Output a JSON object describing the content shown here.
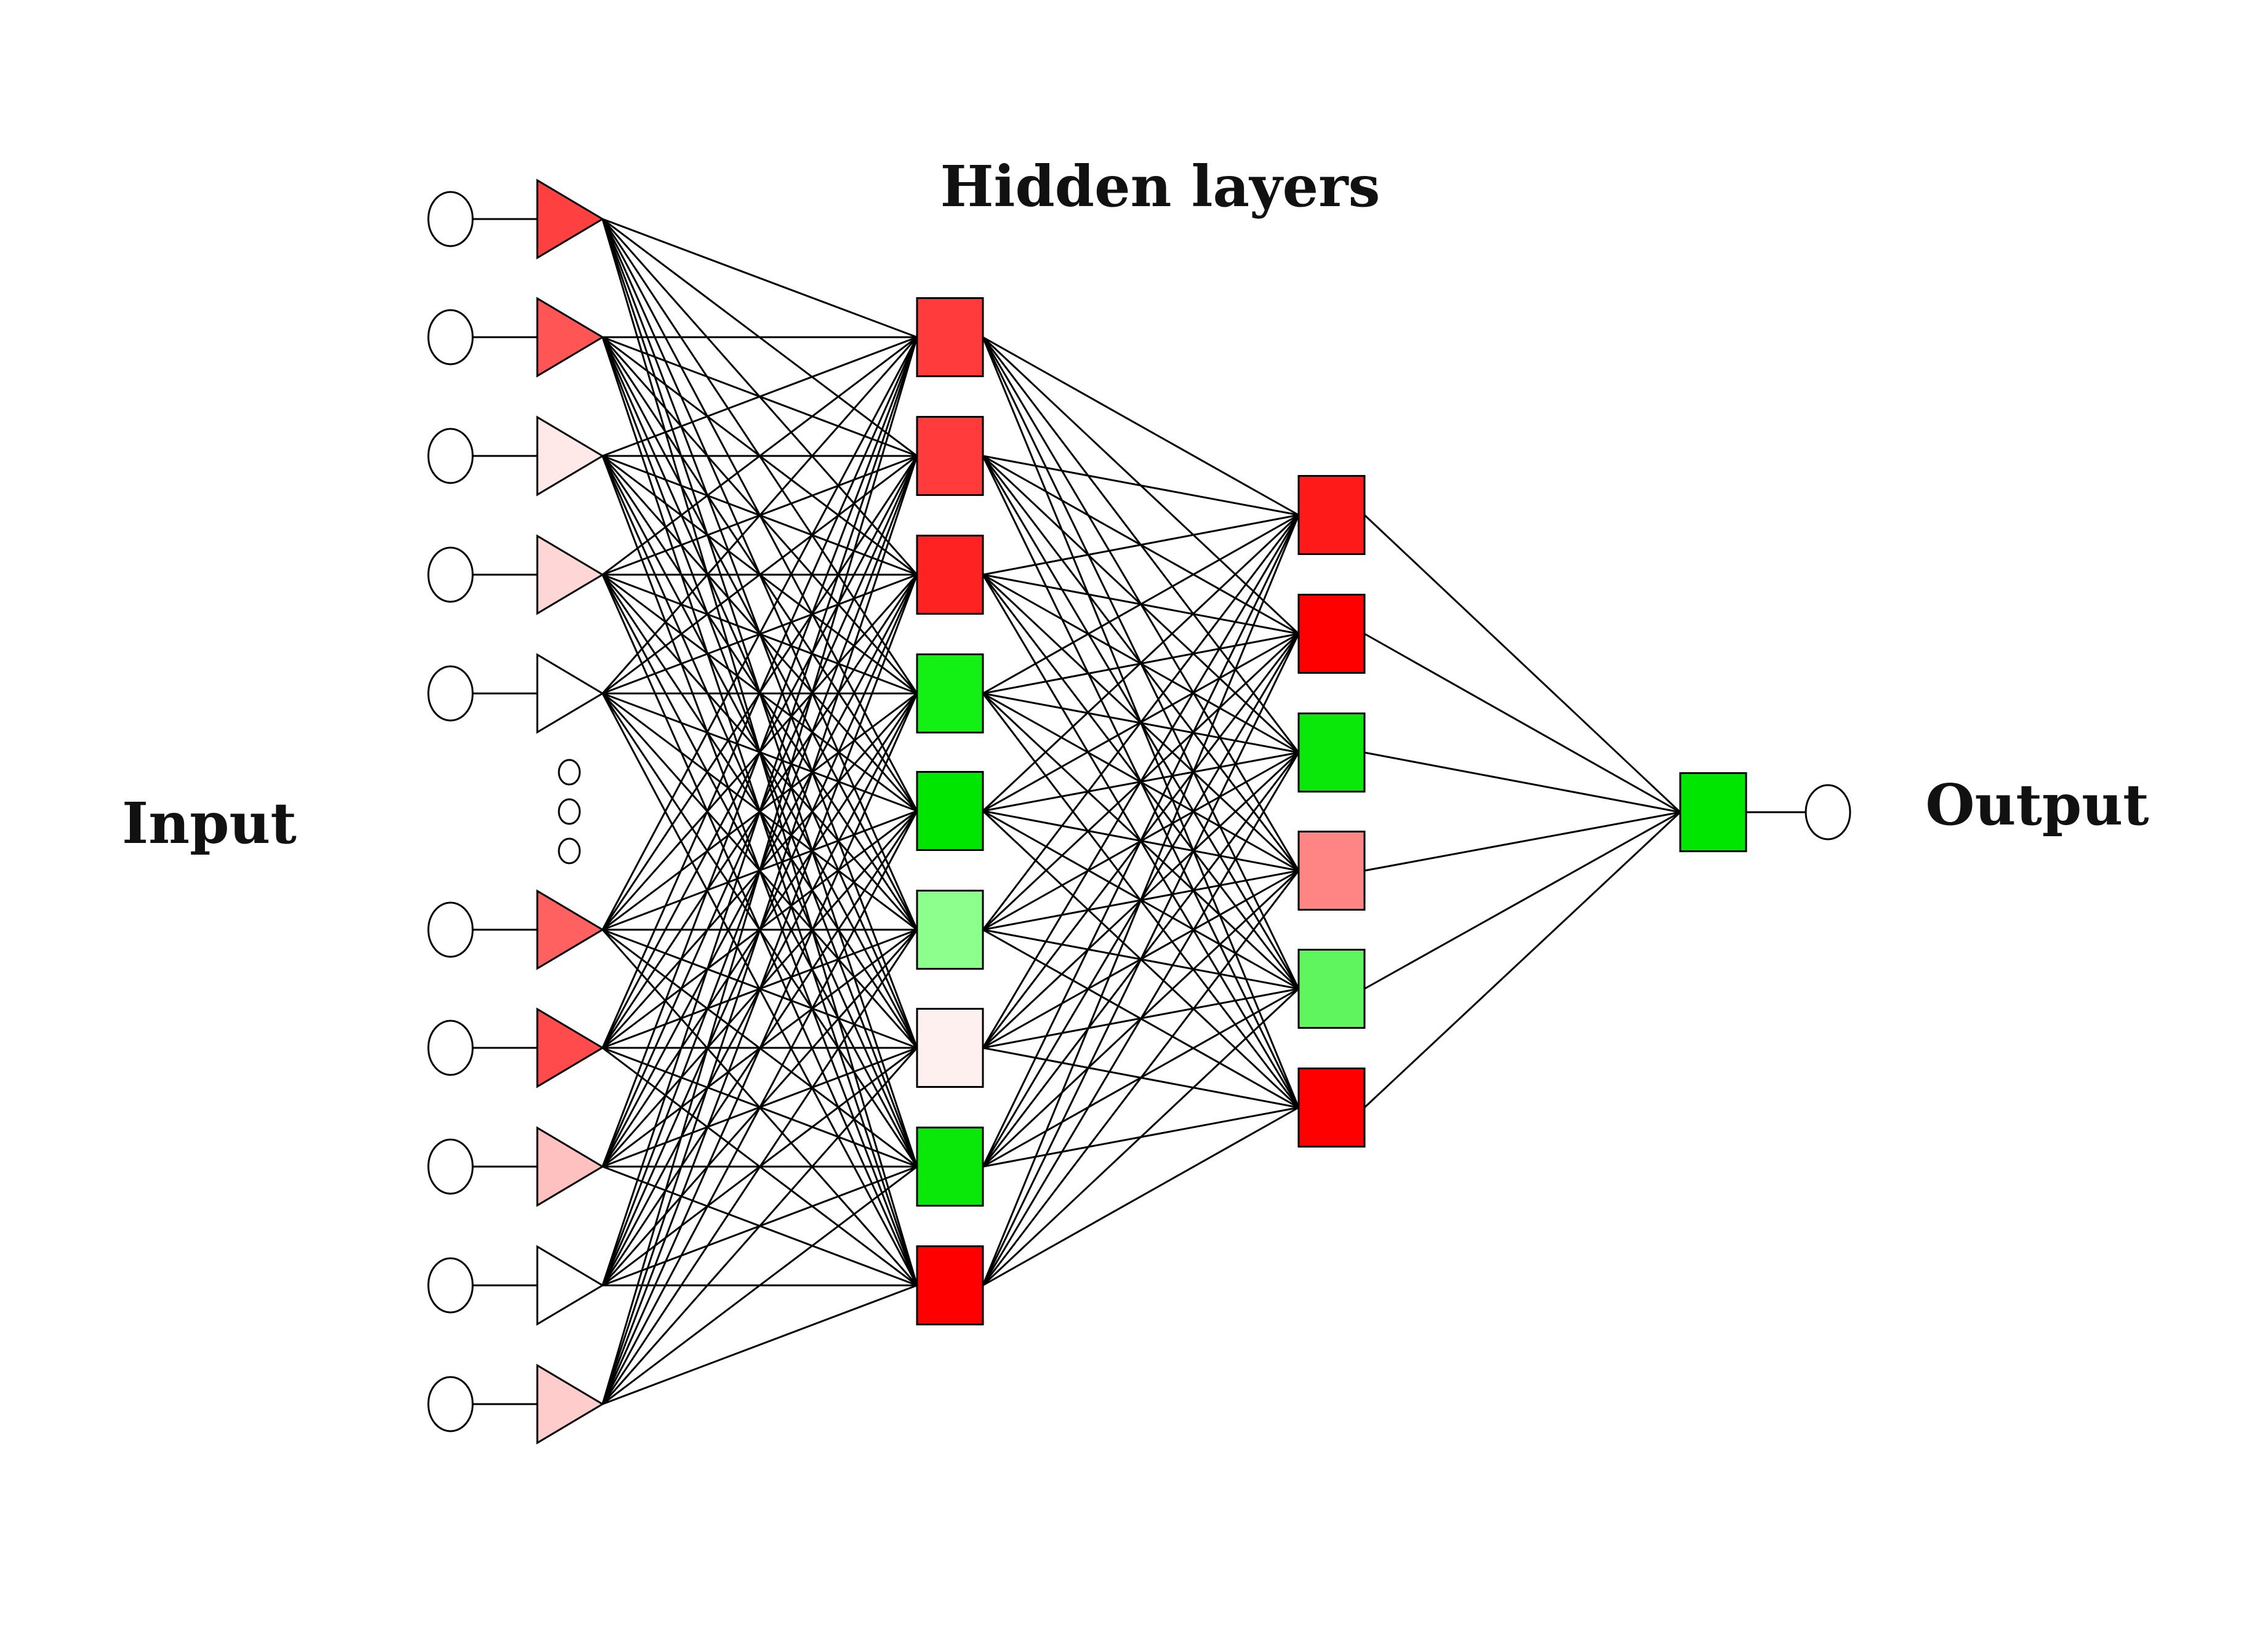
{
  "labels": {
    "input": "Input",
    "hidden": "Hidden layers",
    "output": "Output"
  },
  "network": {
    "input_neurons": [
      {
        "color": "#ff4040"
      },
      {
        "color": "#ff5555"
      },
      {
        "color": "#ffe8e8"
      },
      {
        "color": "#ffd6d6"
      },
      {
        "color": "#ffffff"
      },
      {
        "color": "#ff6060"
      },
      {
        "color": "#ff4b4b"
      },
      {
        "color": "#ffc0c0"
      },
      {
        "color": "#ffffff"
      },
      {
        "color": "#ffcccc"
      }
    ],
    "ellipsis_dots": 3,
    "hidden_layer_1": [
      {
        "color": "#ff3b3b"
      },
      {
        "color": "#ff3b3b"
      },
      {
        "color": "#ff2222"
      },
      {
        "color": "#13f013"
      },
      {
        "color": "#00e600"
      },
      {
        "color": "#8cff8c"
      },
      {
        "color": "#fff0f0"
      },
      {
        "color": "#0ae80a"
      },
      {
        "color": "#ff0000"
      }
    ],
    "hidden_layer_2": [
      {
        "color": "#ff1a1a"
      },
      {
        "color": "#ff0000"
      },
      {
        "color": "#0ae80a"
      },
      {
        "color": "#ff8585"
      },
      {
        "color": "#5ff55f"
      },
      {
        "color": "#ff0000"
      }
    ],
    "output_neuron": {
      "color": "#00e600"
    }
  }
}
